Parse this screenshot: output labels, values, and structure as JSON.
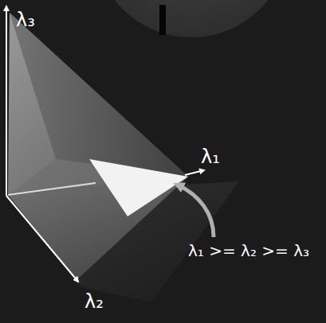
{
  "diagram": {
    "labels": [
      "λ₃",
      "λ₁",
      "λ₁ >= λ₂ >= λ₃",
      "λ₂"
    ]
  }
}
